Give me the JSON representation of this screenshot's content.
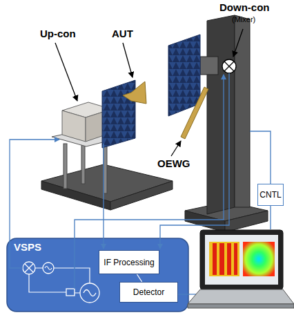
{
  "diagram": {
    "nodes": [
      {
        "text": [
          "VSPS"
        ]
      },
      {
        "text": [
          "IF Processing"
        ],
        "in": 0
      },
      {
        "text": [
          "Detector"
        ],
        "in": 0
      },
      {
        "text": [
          "CNTL"
        ]
      }
    ],
    "edges": [
      {
        "from": 1,
        "to": 2,
        "arrow": "none"
      }
    ],
    "labels": [
      "Up-con",
      "AUT",
      "Down-con",
      "(Mixer)",
      "OEWG"
    ]
  }
}
